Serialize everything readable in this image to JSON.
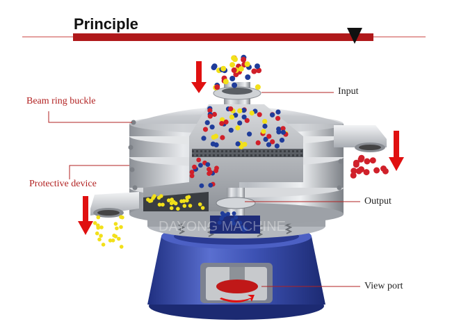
{
  "title": "Principle",
  "callouts": {
    "input": "Input",
    "beam_ring_buckle": "Beam ring buckle",
    "protective_device": "Protective device",
    "output": "Output",
    "view_port": "View port"
  },
  "watermark": "DAYONG MACHINE",
  "colors": {
    "accent_bar": "#b0191b",
    "thin_line": "#c8403f",
    "label_text": "#b22222",
    "arrow_red": "#e01010",
    "base_blue": "#3a4fb0",
    "steel": "#c9ccd1",
    "particle_red": "#d0202a",
    "particle_blue": "#1f3c9a",
    "particle_yellow": "#f2e01a"
  },
  "icons": [
    "down-arrow-icon",
    "triangle-marker-icon"
  ]
}
